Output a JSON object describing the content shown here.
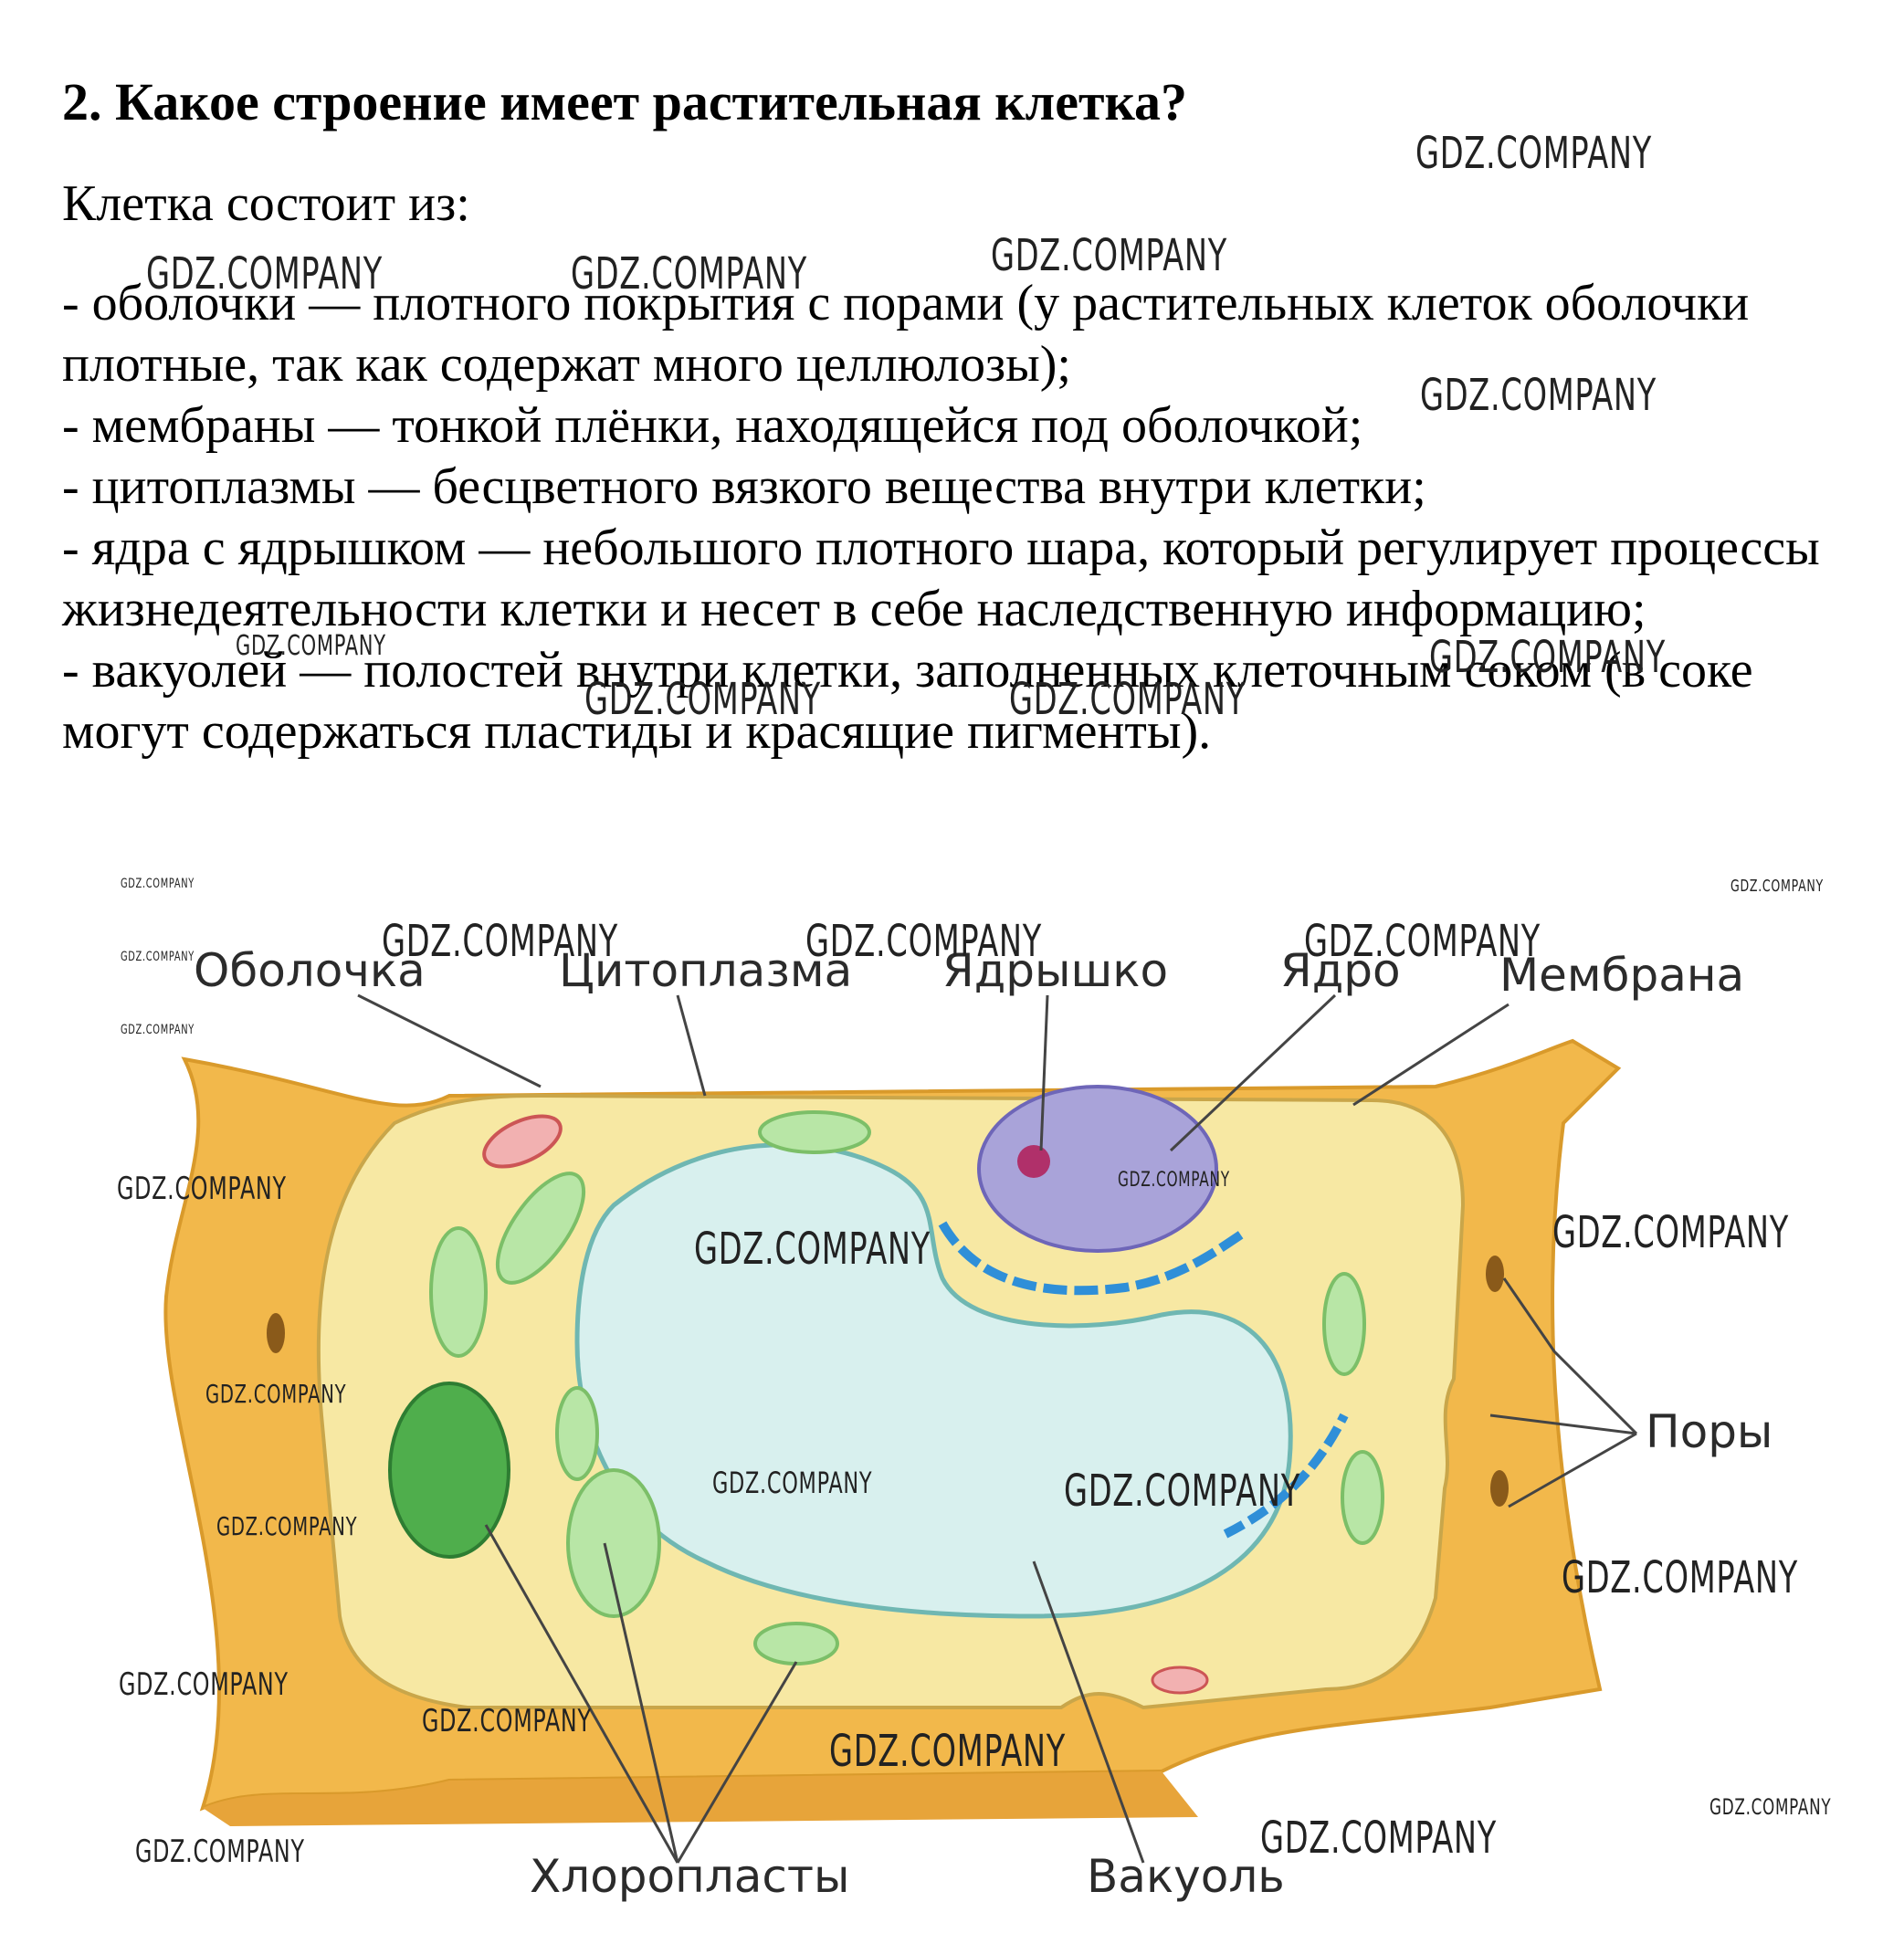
{
  "question": "2. Какое строение имеет растительная клетка?",
  "answer": {
    "intro": "Клетка состоит из:",
    "items": [
      "- оболочки — плотного покрытия с порами (у растительных клеток оболочки плотные, так как содержат много целлюлозы);",
      "- мембраны — тонкой плёнки, находящейся под оболочкой;",
      "- цитоплазмы — бесцветного вязкого вещества внутри клетки;",
      "- ядра с ядрышком — небольшого плотного шара, который регулирует процессы жизнедеятельности клетки и несет в себе наследственную информацию;",
      "- вакуолей — полостей внутри клетки, заполненных клеточным соком (в соке могут содержаться пластиды и красящие пигменты)."
    ]
  },
  "figure": {
    "labels": {
      "shell": "Оболочка",
      "cytoplasm": "Цитоплазма",
      "nucleolus": "Ядрышко",
      "nucleus": "Ядро",
      "membrane": "Мембрана",
      "pores": "Поры",
      "chloroplasts": "Хлоропласты",
      "vacuole": "Вакуоль"
    }
  },
  "watermark": "GDZ.COMPANY",
  "colors": {
    "wall": "#f2b84b",
    "wall_dark": "#d99a2b",
    "cytoplasm": "#f7e8a3",
    "vacuole": "#d8f0ee",
    "nucleus": "#a9a3d9",
    "nucleolus": "#b0306a",
    "chloroplast": "#b8e6a6",
    "reticulum": "#2f8fd8"
  }
}
